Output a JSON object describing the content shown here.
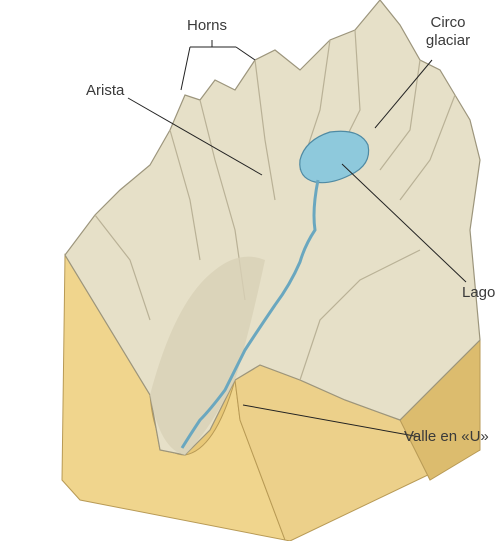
{
  "labels": {
    "horns": "Horns",
    "arista": "Arista",
    "circo_line1": "Circo",
    "circo_line2": "glaciar",
    "lago": "Lago",
    "valle": "Valle en «U»"
  },
  "colors": {
    "block_side": "#f0d58d",
    "block_side_dark": "#dcbc6e",
    "mountain": "#e6e0c8",
    "mountain_shadow": "#b9b196",
    "lake": "#8ec9dc",
    "river": "#6aa7bf",
    "leader": "#222222",
    "text": "#3a3a3a"
  }
}
